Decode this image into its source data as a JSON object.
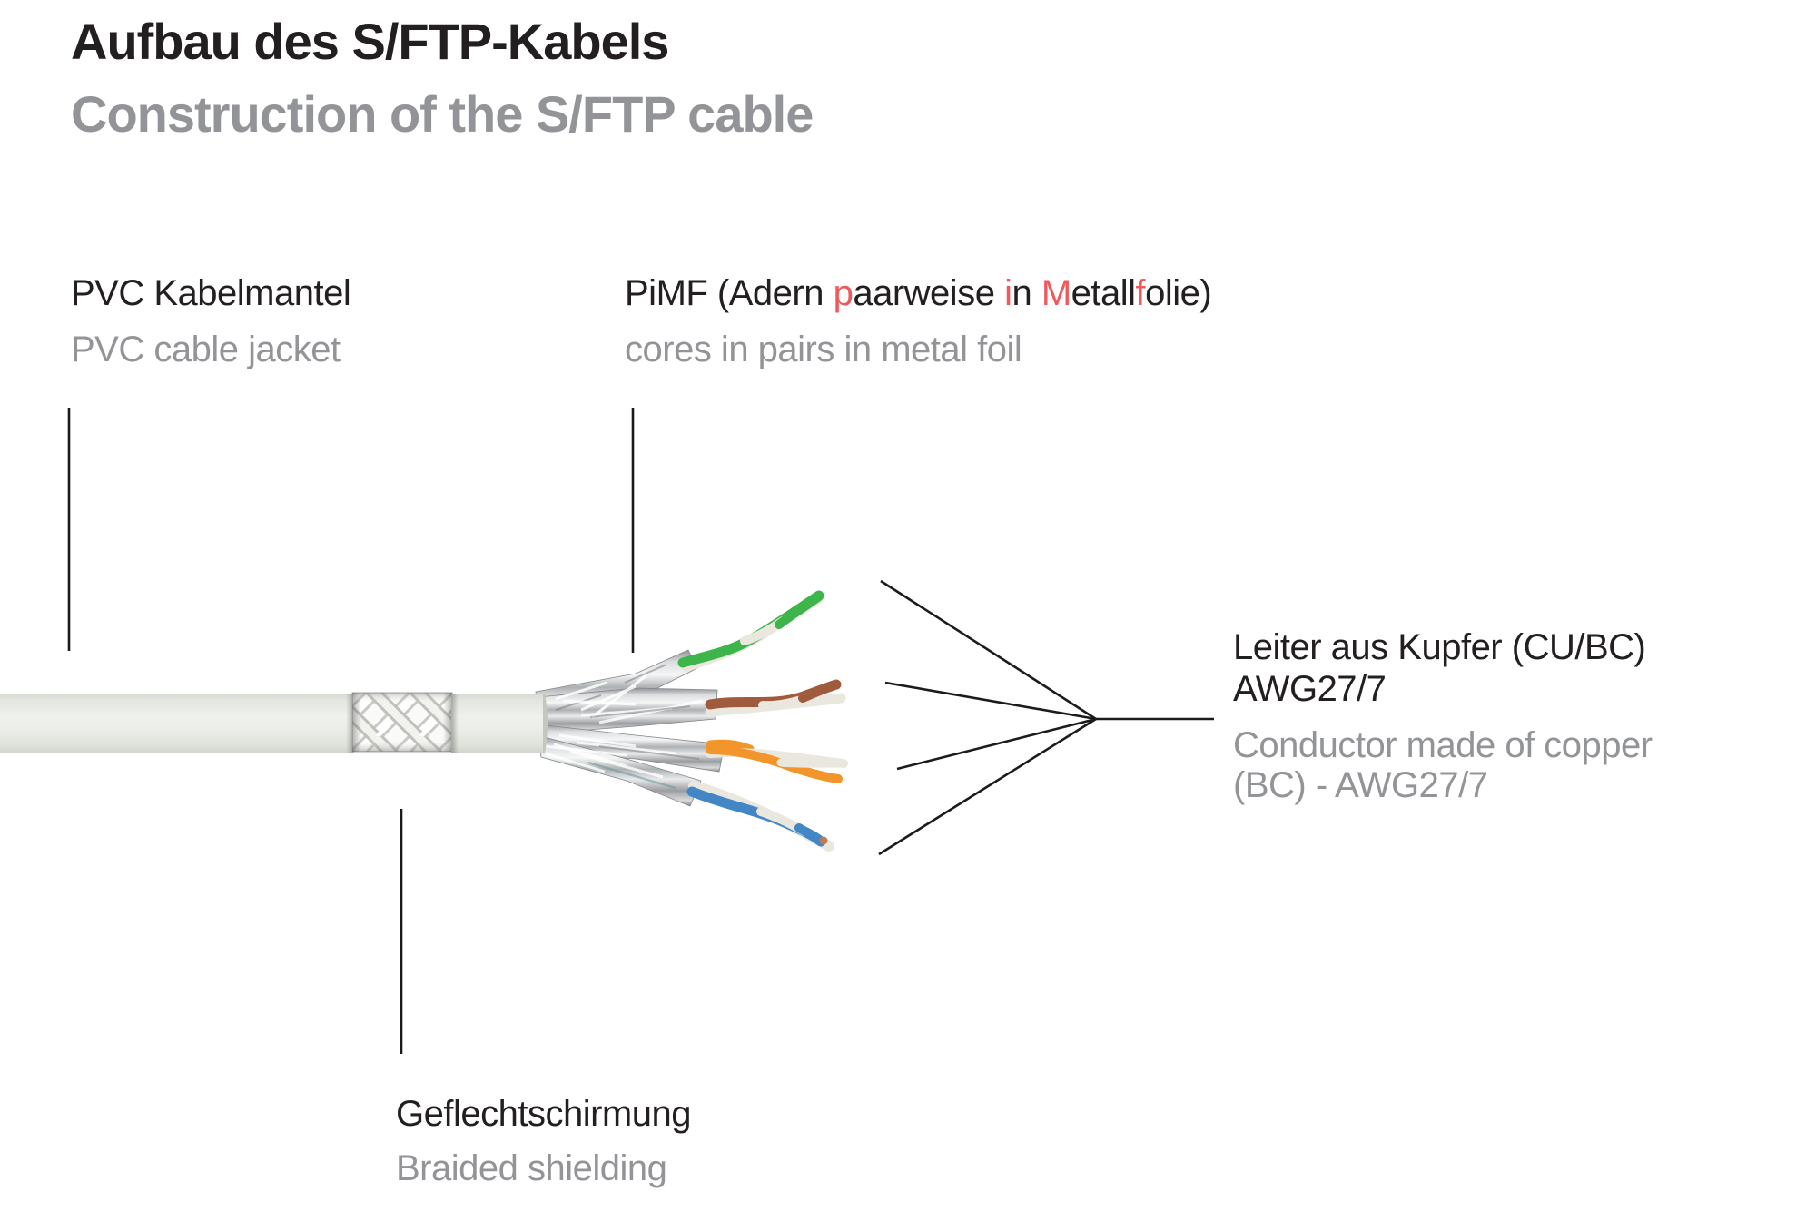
{
  "header": {
    "title_de": "Aufbau des S/FTP-Kabels",
    "title_en": "Construction of the S/FTP cable"
  },
  "labels": {
    "jacket": {
      "de": "PVC Kabelmantel",
      "en": "PVC cable jacket"
    },
    "pimf": {
      "de_segments": [
        {
          "text": "PiMF (Adern ",
          "color": "text_black"
        },
        {
          "text": "p",
          "color": "accent_red"
        },
        {
          "text": "aarweise ",
          "color": "text_black"
        },
        {
          "text": "i",
          "color": "accent_red"
        },
        {
          "text": "n ",
          "color": "text_black"
        },
        {
          "text": "M",
          "color": "accent_red"
        },
        {
          "text": "etall",
          "color": "text_black"
        },
        {
          "text": "f",
          "color": "accent_red"
        },
        {
          "text": "olie)",
          "color": "text_black"
        }
      ],
      "de_plain": "PiMF (Adern paarweise in Metallfolie)",
      "en": "cores in pairs in metal foil"
    },
    "conductor": {
      "de_line1": "Leiter aus Kupfer (CU/BC)",
      "de_line2": "AWG27/7",
      "en_line1": "Conductor made of copper",
      "en_line2": "(BC) - AWG27/7"
    },
    "braid": {
      "de": "Geflechtschirmung",
      "en": "Braided shielding"
    }
  },
  "colors": {
    "text_black": "#231f20",
    "text_gray": "#929497",
    "accent_red": "#f0595b",
    "leader_line": "#1b1b1b",
    "wire_green": "#3eb54b",
    "wire_brown": "#a05b3c",
    "wire_orange": "#f2952a",
    "wire_blue": "#4286c6",
    "wire_white": "#eae7df",
    "copper": "#bd7b52",
    "jacket_mid": "#eef0ec"
  }
}
